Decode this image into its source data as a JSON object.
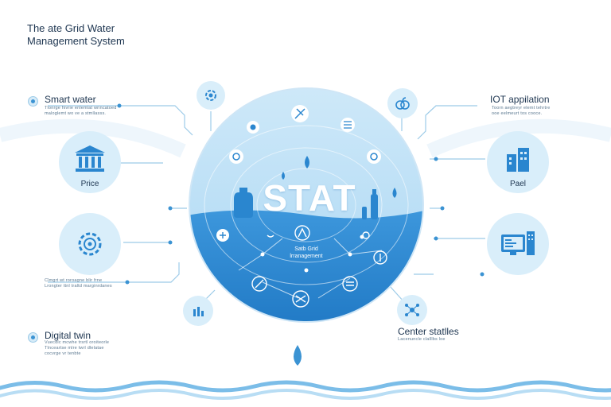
{
  "header": {
    "title_line1": "The ate Grid Water",
    "title_line2": "Management System"
  },
  "left_top": {
    "label": "Smart water",
    "sub_line1": "Tlonrge hivrie enlemlat wrincatoed",
    "sub_line2": "maloglemt wo ve a stmllasss."
  },
  "left_mid": {
    "sub_line1": "Clmgrt wt roroagne blir frne",
    "sub_line2": "Lrongter ttnl traltd marginrdanes"
  },
  "left_bottom": {
    "label": "Digital twin",
    "sub_line1": "Vuecdlc mcwhe trsrtl oroiteorle",
    "sub_line2": "Tlnceartse mlre twrl dlelatae",
    "sub_line3": "cocvrge vr tenbte"
  },
  "right_top": {
    "label": "IOT appilation",
    "sub_line1": "Toorn aegtreyr elemt tehrtre",
    "sub_line2": "ooe eelmeurt tos cooce."
  },
  "right_bottom": {
    "label": "Center statlles",
    "sub_line1": "Lacenuncle clalllbs loe",
    "sub_line2": ""
  },
  "nodes": {
    "price": "Price",
    "pael": "Pael"
  },
  "center": {
    "big_text": "STAT",
    "sub_line1": "Satb Grid",
    "sub_line2": "lrranagement"
  },
  "colors": {
    "light_blue": "#d9eefa",
    "mid_blue": "#8fc6ec",
    "deep_blue": "#2a86cf",
    "line": "#9ccbe8"
  }
}
